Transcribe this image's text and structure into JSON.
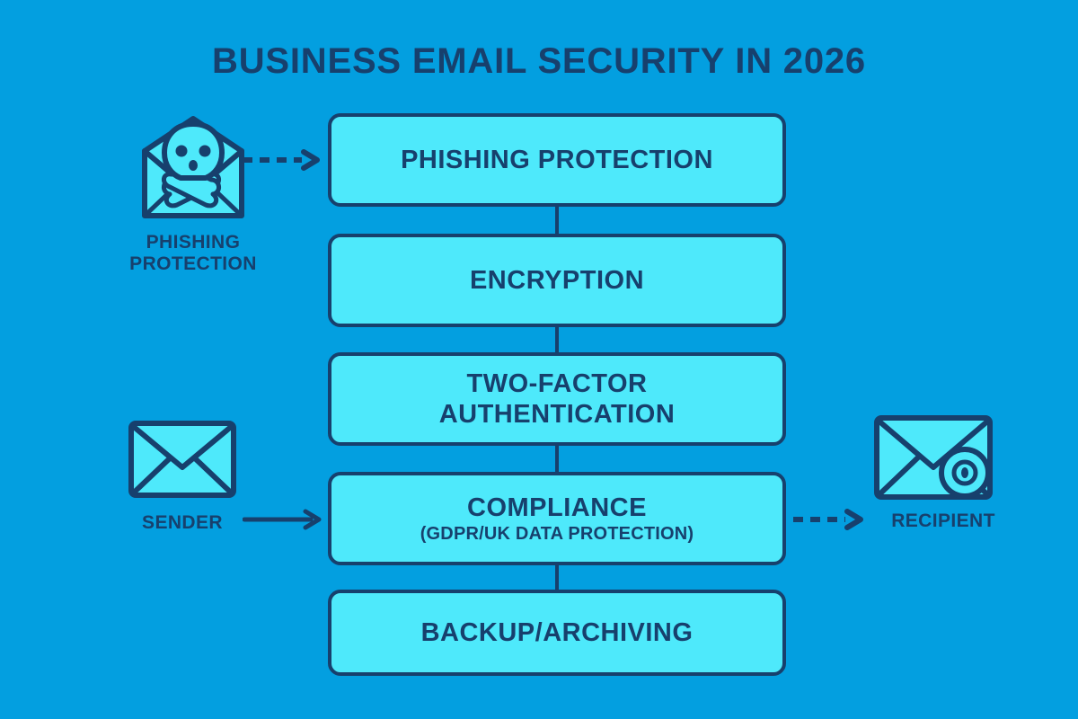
{
  "page": {
    "title": "BUSINESS EMAIL SECURITY IN 2026",
    "background_color": "#039fe0",
    "accent_color": "#4ee9fb",
    "line_color": "#17406d"
  },
  "flow": {
    "boxes": [
      {
        "title": "PHISHING PROTECTION",
        "subtitle": ""
      },
      {
        "title": "ENCRYPTION",
        "subtitle": ""
      },
      {
        "title": "TWO-FACTOR\nAUTHENTICATION",
        "subtitle": ""
      },
      {
        "title": "COMPLIANCE",
        "subtitle": "(GDPR/UK DATA PROTECTION)"
      },
      {
        "title": "BACKUP/ARCHIVING",
        "subtitle": ""
      }
    ]
  },
  "sides": {
    "phishing": {
      "label": "PHISHING\nPROTECTION",
      "icon": "envelope-skull-icon",
      "arrow": "dashed-arrow-right"
    },
    "sender": {
      "label": "SENDER",
      "icon": "envelope-icon",
      "arrow": "solid-arrow-right"
    },
    "recipient": {
      "label": "RECIPIENT",
      "icon": "envelope-sealed-icon",
      "arrow": "dashed-arrow-right"
    }
  }
}
